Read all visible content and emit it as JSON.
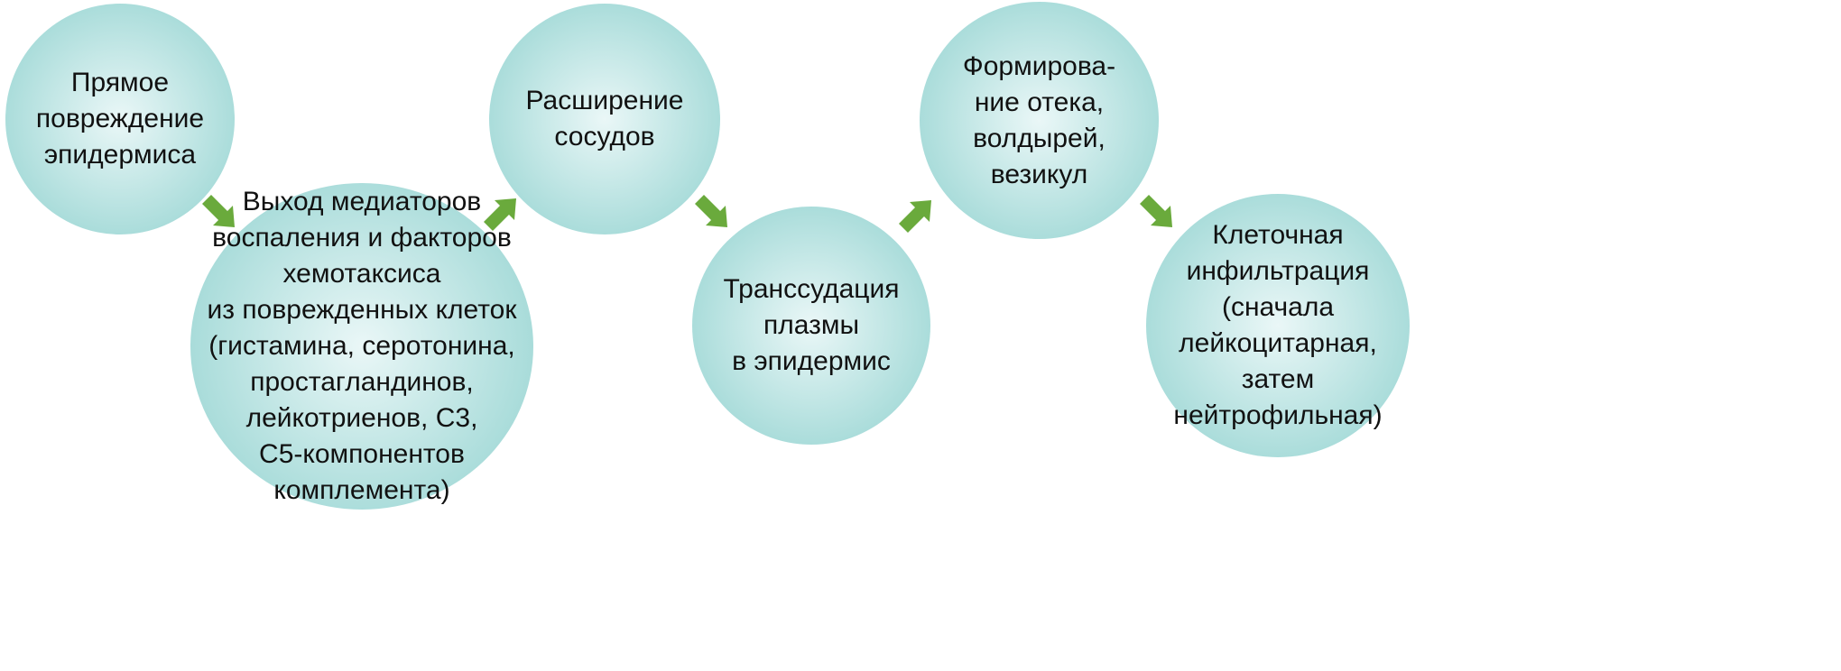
{
  "colors": {
    "circle_center": "#eaf7f7",
    "circle_edge": "#a9dcda",
    "arrow": "#6aaa3c",
    "text": "#111111"
  },
  "steps": [
    {
      "text": "Прямое\nповреждение\nэпидермиса"
    },
    {
      "text": "Выход медиаторов\nвоспаления и факторов\nхемотаксиса\nиз поврежденных клеток\n(гистамина, серотонина,\nпростагландинов,\nлейкотриенов, С3,\nС5-компонентов\nкомплемента)"
    },
    {
      "text": "Расширение\nсосудов"
    },
    {
      "text": "Транссудация\nплазмы\nв эпидермис"
    },
    {
      "text": "Формирова-\nние отека,\nволдырей,\nвезикул"
    },
    {
      "text": "Клеточная\nинфильтрация\n(сначала\nлейкоцитарная,\nзатем\nнейтрофильная)"
    }
  ],
  "arrows": [
    {
      "direction": "down-right",
      "icon": "arrow-down-right-icon"
    },
    {
      "direction": "up-right",
      "icon": "arrow-up-right-icon"
    },
    {
      "direction": "down-right",
      "icon": "arrow-down-right-icon"
    },
    {
      "direction": "up-right",
      "icon": "arrow-up-right-icon"
    },
    {
      "direction": "down-right",
      "icon": "arrow-down-right-icon"
    }
  ]
}
